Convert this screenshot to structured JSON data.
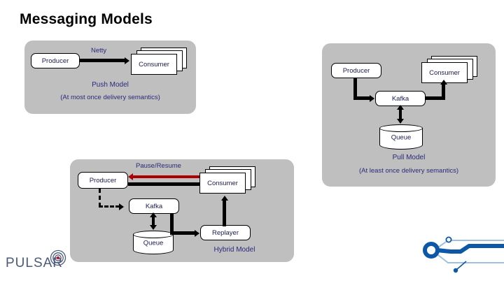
{
  "slide": {
    "title": "Messaging Models",
    "background": "#ffffff",
    "panel_color": "#bfbfbf",
    "label_color": "#2a2a7a",
    "accent_red": "#aa0000"
  },
  "push_model": {
    "producer": "Producer",
    "link_label": "Netty",
    "consumer": "Consumer",
    "caption": "Push Model",
    "semantics": "(At most once delivery semantics)"
  },
  "pull_model": {
    "producer": "Producer",
    "consumer": "Consumer",
    "broker": "Kafka",
    "queue": "Queue",
    "caption": "Pull Model",
    "semantics": "(At least once delivery semantics)"
  },
  "hybrid_model": {
    "producer": "Producer",
    "consumer": "Consumer",
    "broker": "Kafka",
    "queue": "Queue",
    "replayer": "Replayer",
    "link_label": "Pause/Resume",
    "caption": "Hybrid Model"
  },
  "branding": {
    "logo_text": "PULSAR",
    "logo_icon": "pulsar-rings-icon",
    "decoration_icon": "circuit-trace-icon"
  }
}
